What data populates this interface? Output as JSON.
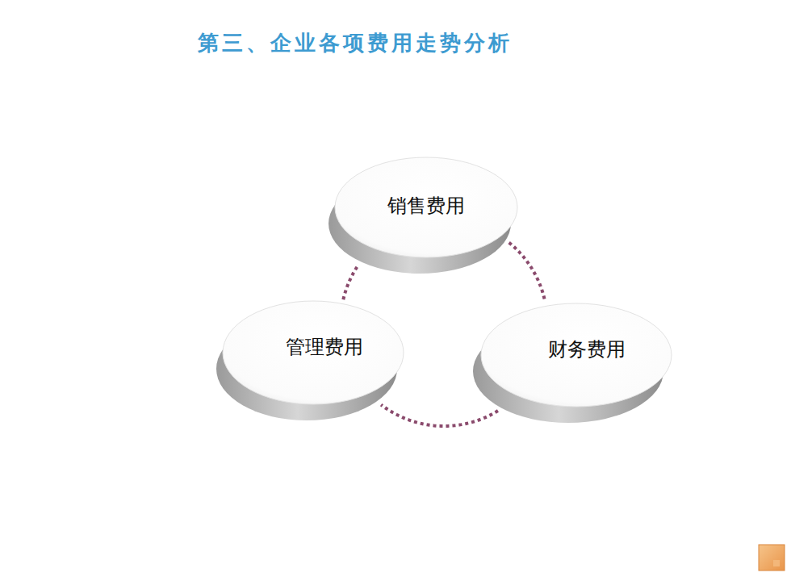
{
  "diagram": {
    "title": "第三、企业各项费用走势分析",
    "nodes": [
      {
        "text": [
          "销售费用"
        ]
      },
      {
        "text": [
          "管理费用"
        ]
      },
      {
        "text": [
          "财务费用"
        ]
      }
    ],
    "edges": [
      {
        "from": 0,
        "to": 2,
        "arrow": "none"
      },
      {
        "from": 2,
        "to": 1,
        "arrow": "none"
      },
      {
        "from": 1,
        "to": 0,
        "arrow": "none"
      }
    ]
  }
}
